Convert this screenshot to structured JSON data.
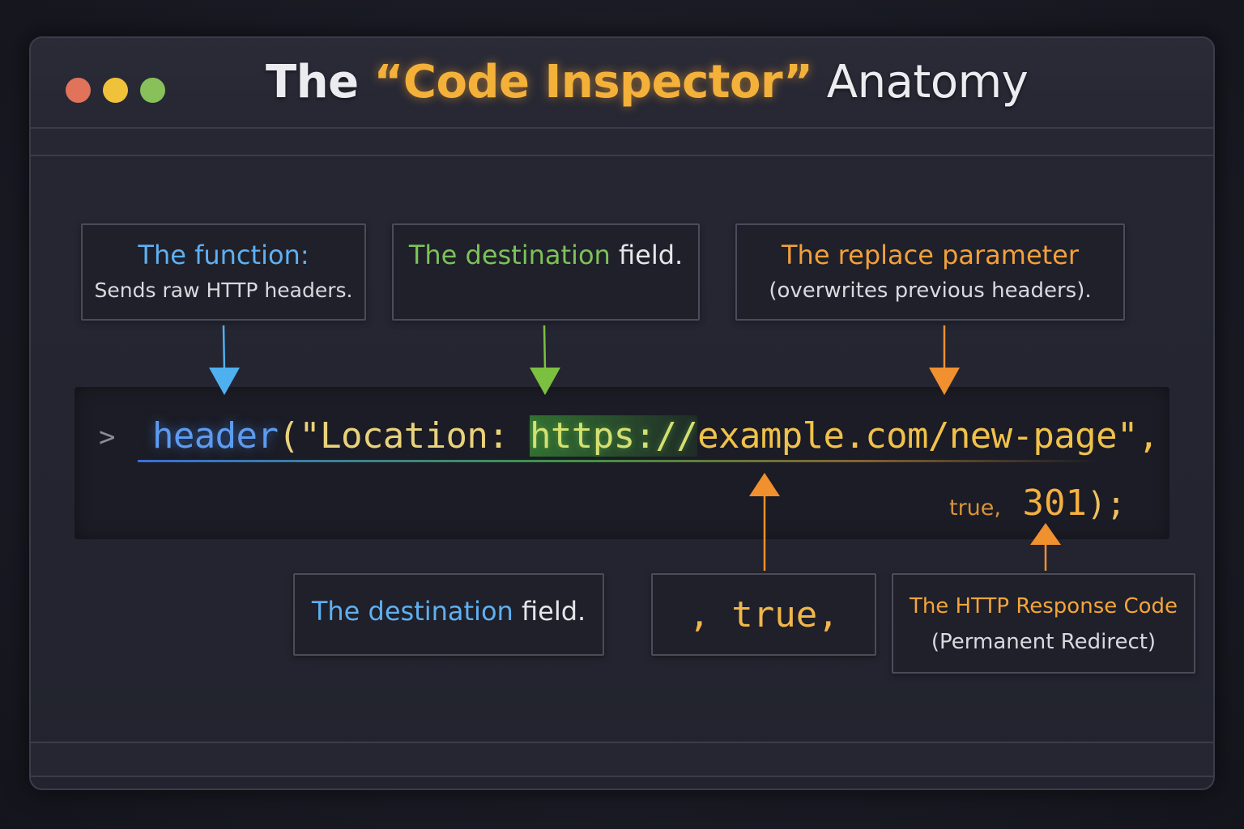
{
  "window": {
    "title_prefix": "The ",
    "title_highlight": "“Code Inspector”",
    "title_suffix": " Anatomy"
  },
  "annotations": {
    "function": {
      "line1_a": "The ",
      "line1_b": "function:",
      "line2": "Sends raw HTTP headers."
    },
    "destination_top": {
      "line1_a": "The destination",
      "line1_b": " field."
    },
    "replace": {
      "line1": "The replace parameter",
      "line2": "(overwrites previous headers)."
    },
    "destination_bottom": {
      "line1_a": "The destination",
      "line1_b": " field."
    },
    "true_box": {
      "value": ", true,"
    },
    "response_code": {
      "line1": "The HTTP Response Code",
      "line2": "(Permanent Redirect)"
    }
  },
  "code": {
    "prompt": ">",
    "fn": "header",
    "open": "(\"Location: ",
    "url_a": "https://",
    "url_b": "example.com/new-page",
    "close": "\",",
    "arg_true": "true,",
    "arg_code": " 301",
    "end": ");"
  },
  "colors": {
    "function": "#5fb0f2",
    "destination": "#7cc25a",
    "replace": "#f2a03c",
    "accent_title": "#f4b13a"
  }
}
